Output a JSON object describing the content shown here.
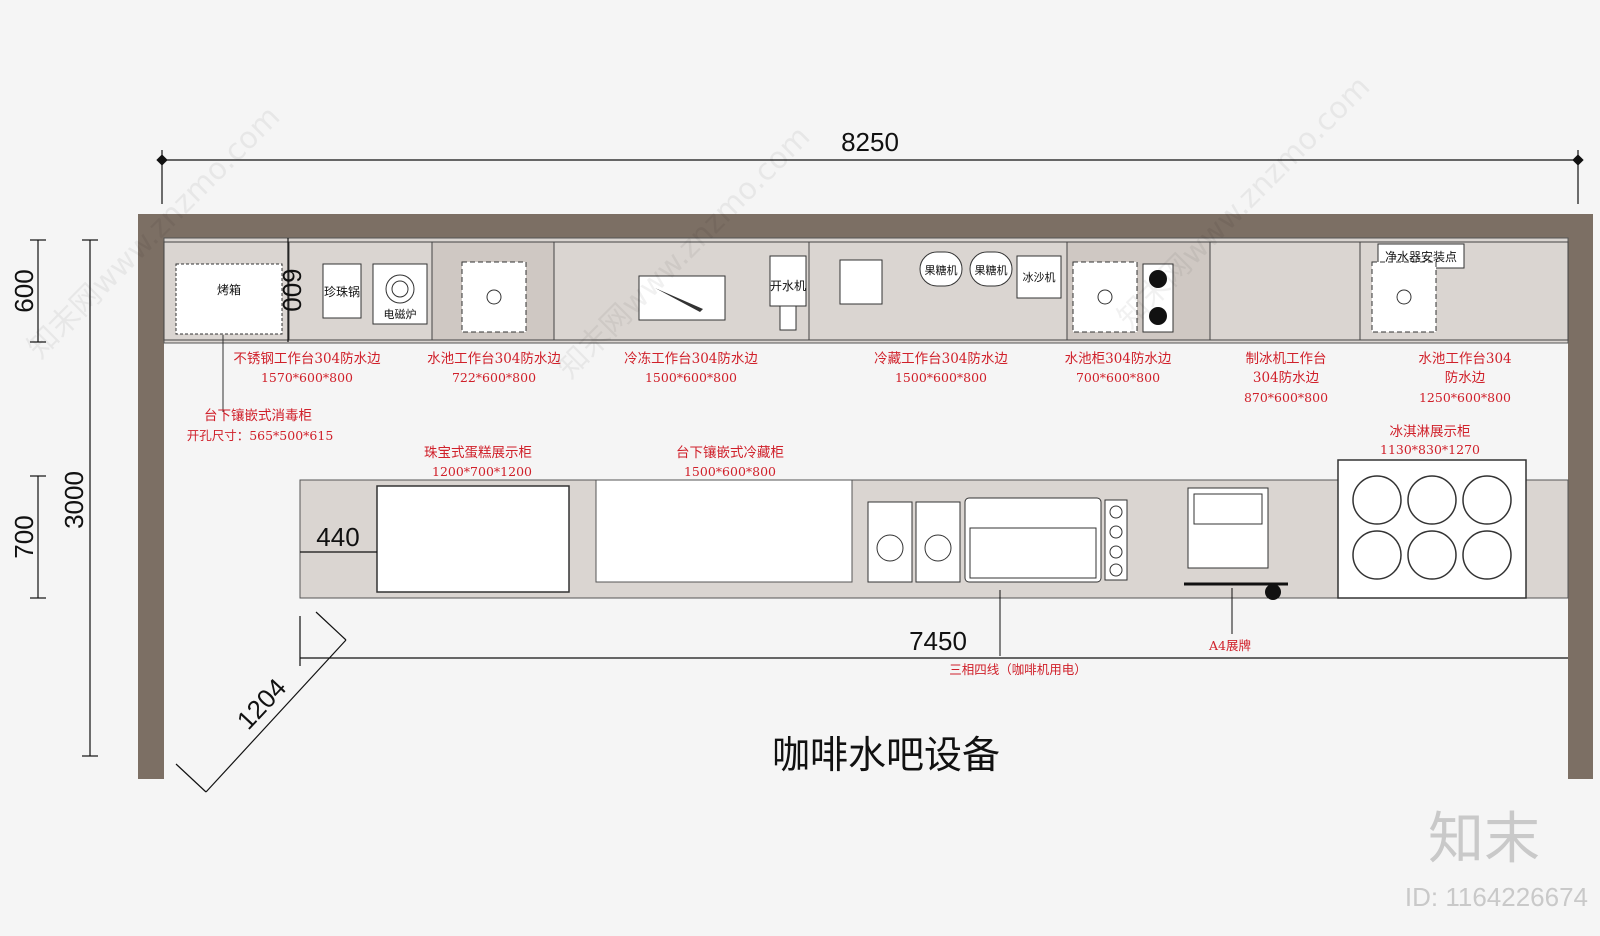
{
  "title": "咖啡水吧设备",
  "dimensions": {
    "total_width": "8250",
    "depth_total": "3000",
    "back_depth": "600",
    "front_depth": "700",
    "inner_depth": "600",
    "gap": "440",
    "front_length": "7450",
    "diagonal": "1204"
  },
  "back_equipment": {
    "oven": "烤箱",
    "pearl_pot": "珍珠锅",
    "induction": "电磁炉",
    "water_boiler": "开水机",
    "fructose_1": "果糖机",
    "fructose_2": "果糖机",
    "smoothie": "冰沙机",
    "purifier": "净水器安装点"
  },
  "back_labels": [
    {
      "name": "不锈钢工作台304防水边",
      "size": "1570*600*800"
    },
    {
      "name": "水池工作台304防水边",
      "size": "722*600*800"
    },
    {
      "name": "冷冻工作台304防水边",
      "size": "1500*600*800"
    },
    {
      "name": "冷藏工作台304防水边",
      "size": "1500*600*800"
    },
    {
      "name": "水池柜304防水边",
      "size": "700*600*800"
    },
    {
      "name": "制冰机工作台",
      "line2": "304防水边",
      "size": "870*600*800"
    },
    {
      "name": "水池工作台304",
      "line2": "防水边",
      "size": "1250*600*800"
    }
  ],
  "sterilizer": {
    "name": "台下镶嵌式消毒柜",
    "opening": "开孔尺寸：565*500*615"
  },
  "front_labels": {
    "cake": {
      "name": "珠宝式蛋糕展示柜",
      "size": "1200*700*1200"
    },
    "fridge": {
      "name": "台下镶嵌式冷藏柜",
      "size": "1500*600*800"
    },
    "icecream": {
      "name": "冰淇淋展示柜",
      "size": "1130*830*1270"
    }
  },
  "notes": {
    "power": "三相四线（咖啡机用电）",
    "sign": "A4展牌"
  },
  "watermark": {
    "logo": "知末",
    "id": "ID: 1164226674",
    "text": "知末网www.znzmo.com"
  },
  "colors": {
    "wall": "#7c6f64",
    "counter": "#d8d3cf",
    "label": "#d0202a"
  }
}
